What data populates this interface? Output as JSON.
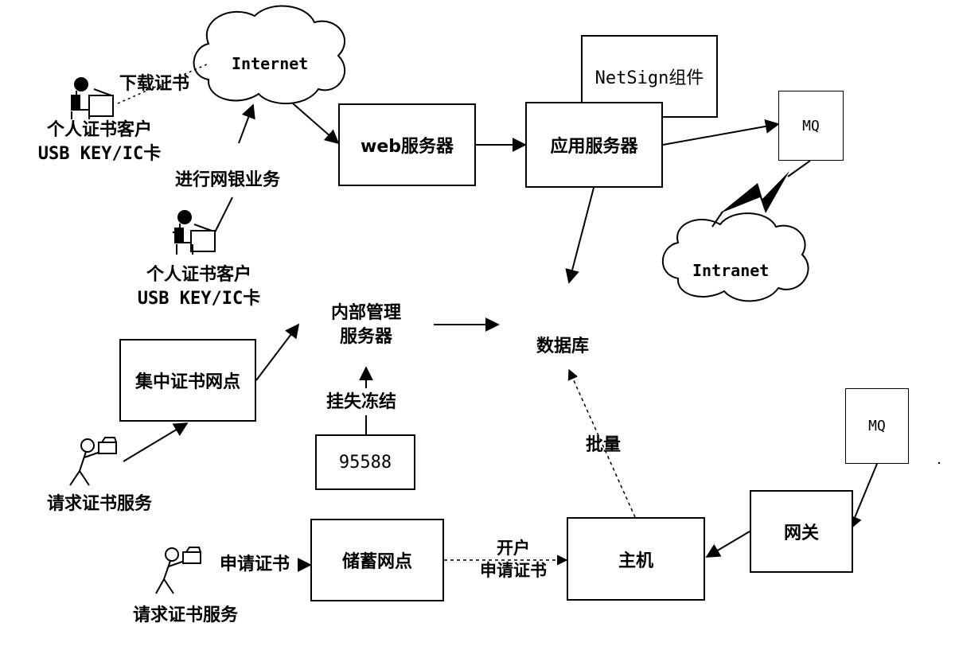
{
  "clouds": {
    "internet": "Internet",
    "intranet": "Intranet"
  },
  "boxes": {
    "web_server": "web服务器",
    "app_server": "应用服务器",
    "netsign": "NetSign组件",
    "mq_top": "MQ",
    "mq_bottom": "MQ",
    "central_branch": "集中证书网点",
    "hotline": "95588",
    "savings_branch": "储蓄网点",
    "host": "主机",
    "gateway": "网关"
  },
  "labels": {
    "download_cert": "下载证书",
    "client_top_name": "个人证书客户",
    "client_top_media": "USB KEY/IC卡",
    "online_banking": "进行网银业务",
    "client_mid_name": "个人证书客户",
    "client_mid_media": "USB KEY/IC卡",
    "internal_server_line1": "内部管理",
    "internal_server_line2": "服务器",
    "database": "数据库",
    "report_loss": "挂失冻结",
    "batch": "批量",
    "request_service_mid": "请求证书服务",
    "apply_cert": "申请证书",
    "open_account_line1": "开户",
    "open_account_line2": "申请证书",
    "request_service_bottom": "请求证书服务"
  }
}
